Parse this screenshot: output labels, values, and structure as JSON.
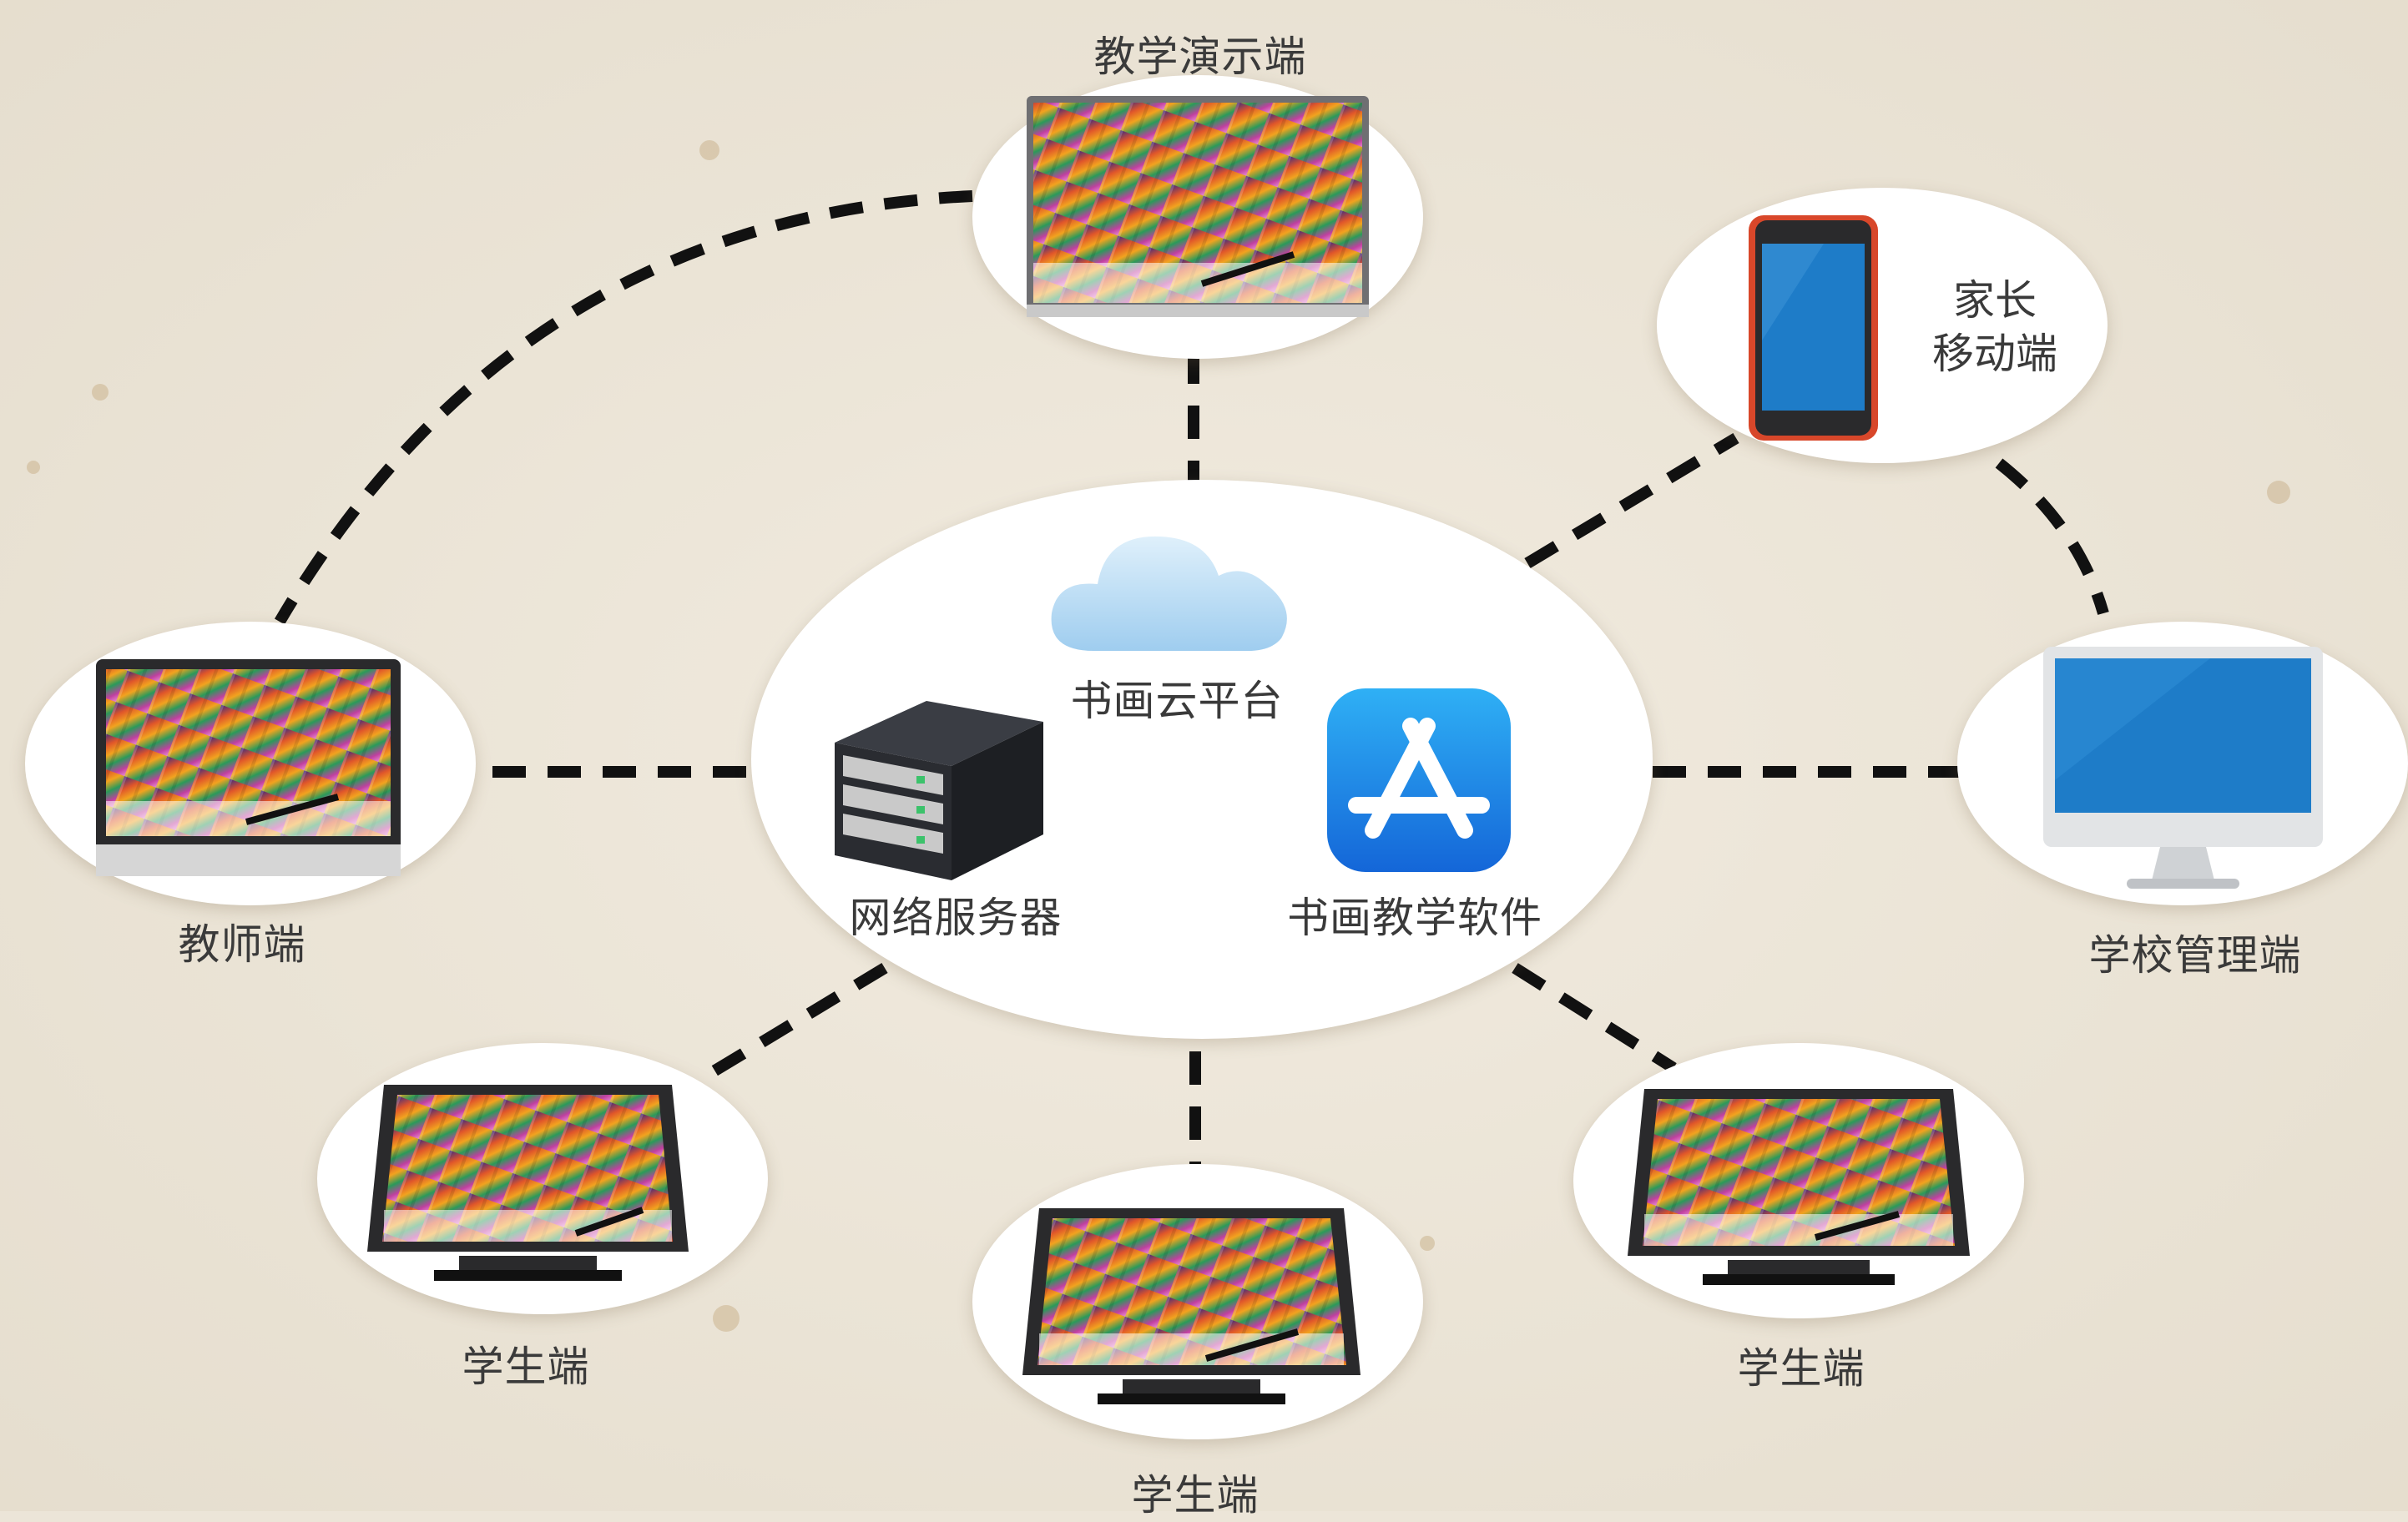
{
  "center": {
    "cloud_label": "书画云平台",
    "server_label": "网络服务器",
    "software_label": "书画教学软件"
  },
  "nodes": {
    "demo": "教学演示端",
    "teacher": "教师端",
    "parent_line1": "家长",
    "parent_line2": "移动端",
    "school": "学校管理端",
    "student_left": "学生端",
    "student_mid": "学生端",
    "student_right": "学生端"
  },
  "colors": {
    "background": "#ece5d8",
    "dash": "#111111",
    "cloud": "#bfe0f7",
    "app_icon": "#1b7fe0",
    "phone_frame": "#d8472a",
    "screen_blue": "#1e7cc8"
  },
  "icons": {
    "cloud": "cloud-icon",
    "server": "server-rack-icon",
    "software": "app-store-icon",
    "phone": "smartphone-icon",
    "monitor": "desktop-monitor-icon",
    "tablet": "pen-display-icon",
    "board": "interactive-whiteboard-icon"
  }
}
